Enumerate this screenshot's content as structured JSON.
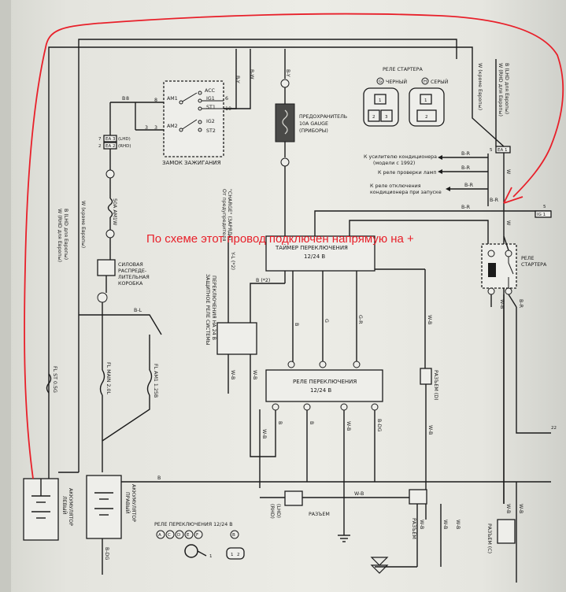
{
  "annotation": {
    "text": "По схеме этот провод подключен напрямую на +",
    "color": "#e8202a"
  },
  "components": {
    "ignition_switch": {
      "label": "ЗАМОК ЗАЖИГАНИЯ",
      "contacts": [
        "AM1",
        "AM2",
        "ACC",
        "IG1",
        "ST1",
        "IG2",
        "ST2"
      ],
      "pins": [
        "8",
        "3",
        "6",
        "10",
        "8",
        "3"
      ]
    },
    "fuse_10a": {
      "label_line1": "ПРЕДОХРАНИТЕЛЬ",
      "label_line2": "10A GAUGE",
      "label_line3": "(ПРИБОРЫ)"
    },
    "fuse_50a": {
      "label": "50A AM1"
    },
    "power_box": {
      "line1": "СИЛОВАЯ",
      "line2": "РАСПРЕДЕ-",
      "line3": "ЛИТЕЛЬНАЯ",
      "line4": "КОРОБКА"
    },
    "connectors_ea": {
      "ea3": "EA 3",
      "ea3_note": "(LHD)",
      "ea2": "EA 2",
      "ea2_note": "(RHD)",
      "p7": "7",
      "p2": "2"
    },
    "starter_relay_legend": {
      "title": "РЕЛЕ СТАРТЕРА",
      "black": "ЧЕРНЫЙ",
      "gray": "СЕРЫЙ",
      "g": "G",
      "h": "H",
      "cells_g": [
        "1",
        "2",
        "3"
      ],
      "cells_h": [
        "1",
        "2"
      ]
    },
    "starter_relay": {
      "line1": "РЕЛЕ",
      "line2": "СТАРТЕРА"
    },
    "timer": {
      "line1": "ТАЙМЕР ПЕРЕКЛЮЧЕНИЯ",
      "line2": "12/24 В"
    },
    "switch_relay": {
      "line1": "РЕЛЕ ПЕРЕКЛЮЧЕНИЯ",
      "line2": "12/24 В"
    },
    "protection_relay": {
      "line1": "ЗАЩИТНОЕ РЕЛЕ СИСТЕМЫ",
      "line2": "ПЕРЕКЛЮЧЕНИЯ НА 24 В"
    },
    "charge_note": {
      "line1": "От предупредителя",
      "line2": "\"CHARGE\" (ЗАРЯДА)"
    },
    "connector_d": "РАЗЪЕМ (D)",
    "connector": "РАЗЪЕМ",
    "connector_c": "РАЗЪЕМ (C)",
    "left_battery": {
      "line1": "ЛЕВЫЙ",
      "line2": "АККУМУЛЯТОР"
    },
    "right_battery": {
      "line1": "ПРАВЫЙ",
      "line2": "АККУМУЛЯТОР"
    },
    "fusible_links": {
      "st": "FL ST 0.5G",
      "main": "FL MAIN 2.0L",
      "am1": "FL AM1 1.25B"
    },
    "bottom_legend": {
      "title": "РЕЛЕ ПЕРЕКЛЮЧЕНИЯ 12/24 В",
      "letters": [
        "A",
        "C",
        "D",
        "E",
        "F"
      ],
      "b": "B",
      "one": "1",
      "pins": [
        "1",
        "2"
      ]
    }
  },
  "references": {
    "ac_amp": "К усилителю кондиционера",
    "ac_amp_note": "(модели с 1992)",
    "lamp_relay": "К реле проверки ламп",
    "ac_cut": "К реле отключения",
    "ac_cut2": "кондиционера при запуске"
  },
  "wire_labels": {
    "b": "B",
    "by": "B-Y",
    "bw": "B-W",
    "br": "B-R",
    "w": "W",
    "wb": "W-B",
    "g": "G",
    "gr": "G-R",
    "bl": "B-L",
    "bdg": "B-DG",
    "yl": "Y-L (*2)",
    "b2": "B (*2)",
    "wr_rhd": "W (RHD для Европы)",
    "bl_lhd": "B (LHD для Европы)",
    "w_eu": "W (кроме Европы)",
    "w_rhd2": "W (RHD для Европы)",
    "b_lhd2": "B (LHD для Европы)",
    "bdg2": "B-DG",
    "ig1": "IG 1",
    "ea1": "EA 1",
    "five": "5",
    "twentytwo": "22",
    "lhd": "(LHD)",
    "rhd": "(RHD)"
  }
}
